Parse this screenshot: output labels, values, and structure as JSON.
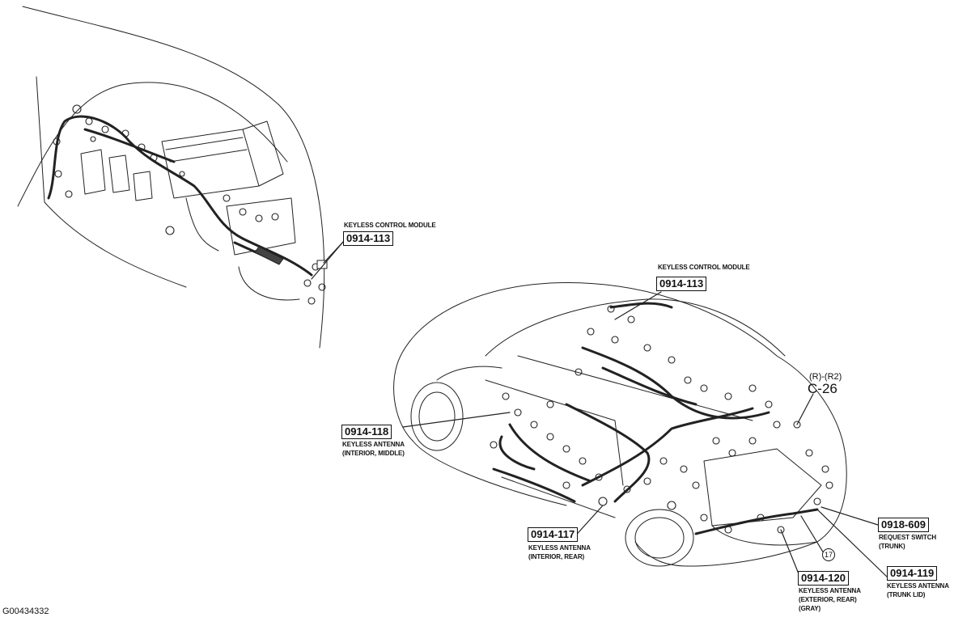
{
  "figure_id": "G00434332",
  "callouts": [
    {
      "code": "0914-113",
      "lines": [
        "KEYLESS CONTROL MODULE"
      ]
    },
    {
      "code": "0914-113",
      "lines": [
        "KEYLESS CONTROL MODULE"
      ]
    },
    {
      "code": "0914-118",
      "lines": [
        "KEYLESS ANTENNA",
        "(INTERIOR, MIDDLE)"
      ]
    },
    {
      "code": "0914-117",
      "lines": [
        "KEYLESS ANTENNA",
        "(INTERIOR, REAR)"
      ]
    },
    {
      "code": "0918-609",
      "lines": [
        "REQUEST SWITCH",
        "(TRUNK)"
      ]
    },
    {
      "code": "0914-119",
      "lines": [
        "KEYLESS ANTENNA",
        "(TRUNK LID)"
      ]
    },
    {
      "code": "0914-120",
      "lines": [
        "KEYLESS ANTENNA",
        "(EXTERIOR, REAR)",
        "(GRAY)"
      ]
    }
  ],
  "connector_ref": {
    "range": "(R)-(R2)",
    "id": "C-26"
  },
  "circled_number": "17"
}
